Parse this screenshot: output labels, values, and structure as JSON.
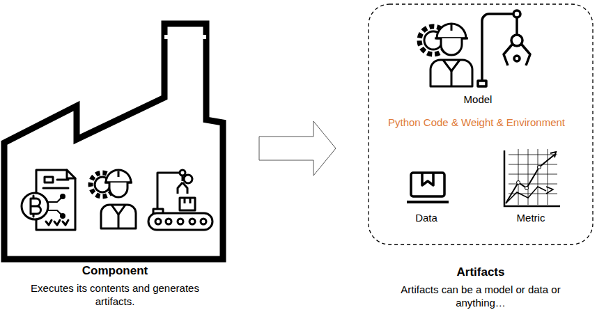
{
  "diagram": {
    "nodes": [
      {
        "text": [
          "Component",
          "Executes its contents and generates artifacts."
        ]
      },
      {
        "text": [
          "Artifacts",
          "Artifacts can be a model or data or anything…"
        ]
      }
    ],
    "edges": [
      {
        "from": 0,
        "to": 1,
        "arrow": "to"
      }
    ],
    "labels": [
      "Model",
      "Python Code & Weight & Environment",
      "Data",
      "Metric"
    ]
  }
}
